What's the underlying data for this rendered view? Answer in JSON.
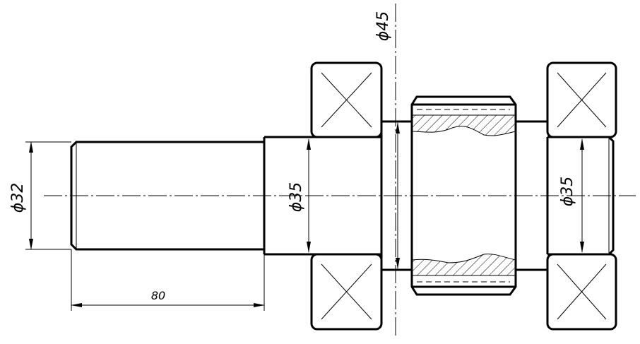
{
  "dimensions": {
    "d32": "ϕ32",
    "d35_left": "ϕ35",
    "d35_right": "ϕ35",
    "d45": "ϕ45",
    "len80": "80"
  }
}
